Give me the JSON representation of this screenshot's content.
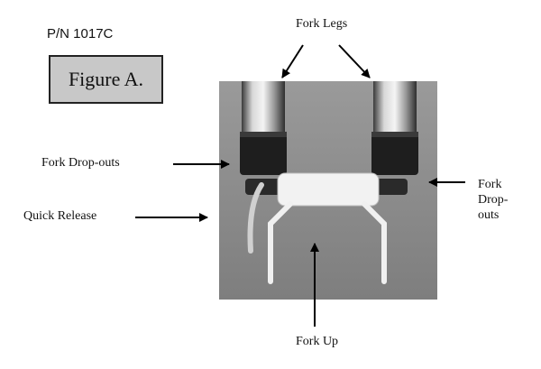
{
  "part_number": "P/N 1017C",
  "figure_label": "Figure A.",
  "labels": {
    "fork_legs": "Fork Legs",
    "fork_dropouts_left": "Fork Drop-outs",
    "quick_release": "Quick Release",
    "fork_dropouts_right": [
      "Fork",
      "Drop-",
      "outs"
    ],
    "fork_up": "Fork Up"
  },
  "colors": {
    "figure_box_fill": "#c8c8c8",
    "photo_background": "#8c8c8c",
    "arrow": "#000000"
  }
}
